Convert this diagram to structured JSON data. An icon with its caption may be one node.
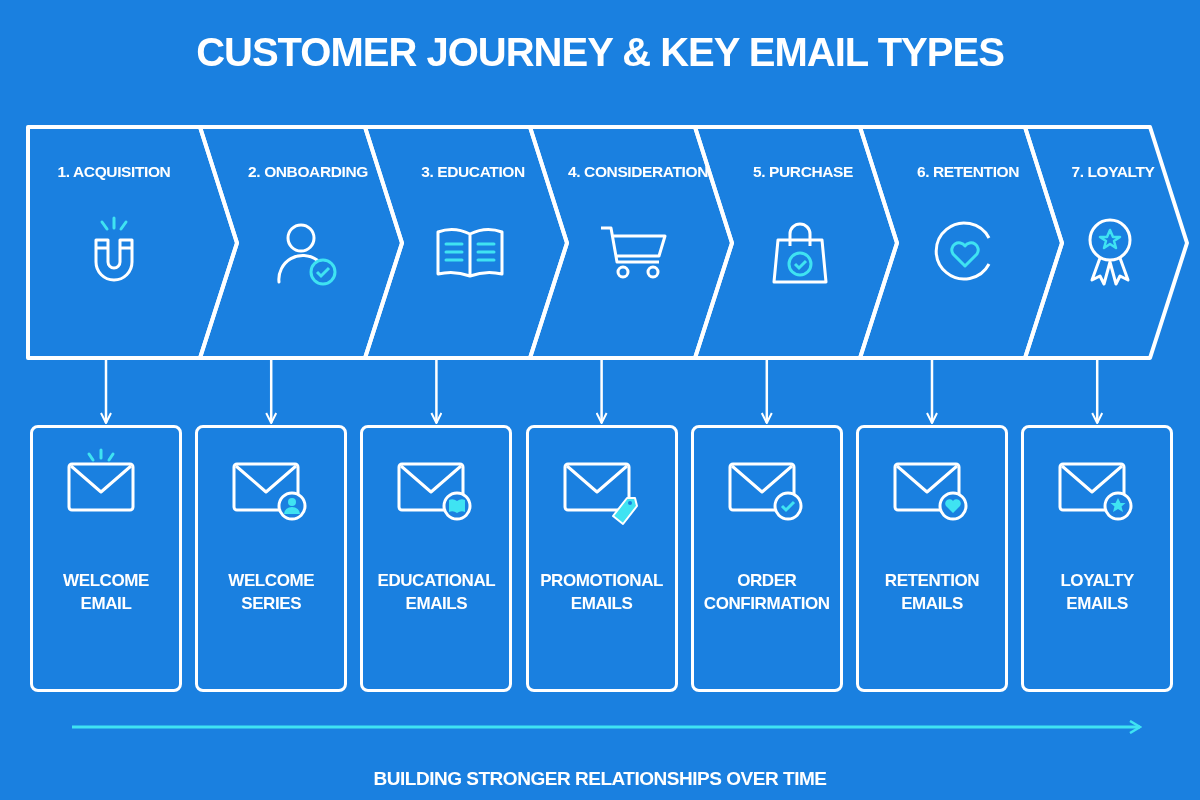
{
  "diagram": {
    "title": "CUSTOMER JOURNEY & KEY EMAIL TYPES",
    "nodes": [
      {
        "text": [
          "1. ACQUISITION"
        ]
      },
      {
        "text": [
          "2. ONBOARDING"
        ]
      },
      {
        "text": [
          "3. EDUCATION"
        ]
      },
      {
        "text": [
          "4. CONSIDERATION"
        ]
      },
      {
        "text": [
          "5. PURCHASE"
        ]
      },
      {
        "text": [
          "6. RETENTION"
        ]
      },
      {
        "text": [
          "7. LOYALTY"
        ]
      },
      {
        "text": [
          "WELCOME EMAIL"
        ]
      },
      {
        "text": [
          "WELCOME SERIES"
        ]
      },
      {
        "text": [
          "EDUCATIONAL EMAILS"
        ]
      },
      {
        "text": [
          "PROMOTIONAL EMAILS"
        ]
      },
      {
        "text": [
          "ORDER CONFIRMATION"
        ]
      },
      {
        "text": [
          "RETENTION EMAILS"
        ]
      },
      {
        "text": [
          "LOYALTY EMAILS"
        ]
      }
    ],
    "edges": [
      {
        "from": 0,
        "to": 7,
        "arrow": "to"
      },
      {
        "from": 1,
        "to": 8,
        "arrow": "to"
      },
      {
        "from": 2,
        "to": 9,
        "arrow": "to"
      },
      {
        "from": 3,
        "to": 10,
        "arrow": "to"
      },
      {
        "from": 4,
        "to": 11,
        "arrow": "to"
      },
      {
        "from": 5,
        "to": 12,
        "arrow": "to"
      },
      {
        "from": 6,
        "to": 13,
        "arrow": "to"
      }
    ],
    "labels": [
      "BUILDING STRONGER RELATIONSHIPS OVER TIME"
    ]
  }
}
